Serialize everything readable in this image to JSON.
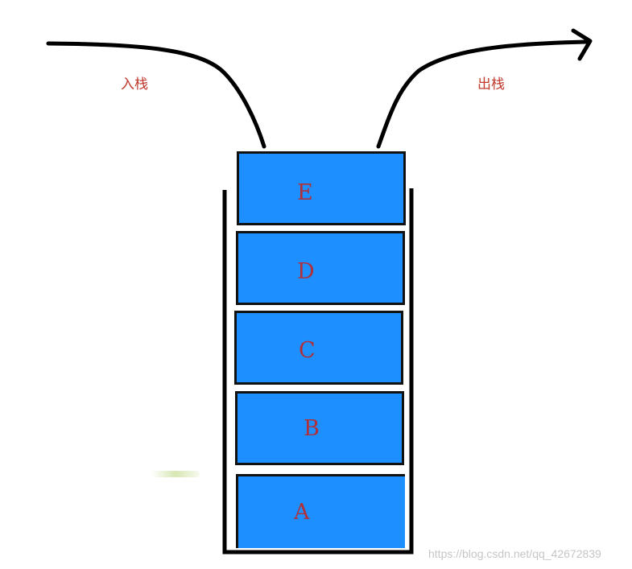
{
  "push_label": "入栈",
  "pop_label": "出栈",
  "blocks": [
    "E",
    "D",
    "C",
    "B",
    "A"
  ],
  "watermark": "https://blog.csdn.net/qq_42672839",
  "colors": {
    "block_fill": "#1e8fff",
    "label": "#c0392b",
    "letter": "#b0303a",
    "stroke": "#000000"
  }
}
